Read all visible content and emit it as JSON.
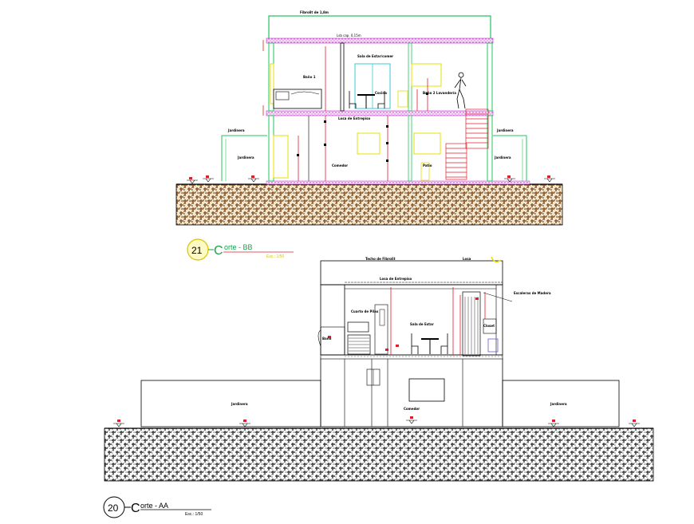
{
  "colors": {
    "wall": "#000000",
    "section_green": "#22c55e",
    "slab_magenta": "#c026d3",
    "dimension_red": "#e11d2a",
    "furniture_yellow": "#e5e000",
    "furniture_cyan": "#38c9d6",
    "ground_brown": "#8b5a2b",
    "ground_hatch_grey": "#4a4a4a",
    "title_green": "#16a34a",
    "title_yellow": "#d6c400"
  },
  "section_bb": {
    "number": "21",
    "title_initial": "C",
    "title_rest": "orte - BB",
    "scale": "Esc.: 1/50",
    "roof_note": "Fibrolit de 1,8m",
    "ceiling_note": "Lsb cap. 0,15m",
    "room_labels": [
      "Sala de Estar/comer",
      "Baño 1",
      "Baño 2 Lavandería",
      "Losa de Entrepiso",
      "Jardinera",
      "Jardinera",
      "Comedor",
      "Patio",
      "Cocina",
      "Jardinera",
      "Jardinera"
    ]
  },
  "section_aa": {
    "number": "20",
    "title_initial": "C",
    "title_rest": "orte - AA",
    "scale": "Esc.: 1/50",
    "room_labels": [
      "Techo de Fibrolit",
      "Losa",
      "Losa de Entrepiso",
      "Cuarto de Pilas",
      "Sala de Estar",
      "Baño",
      "Escaleras de Madera",
      "Closet",
      "Jardinera",
      "Comedor",
      "Jardinera"
    ]
  }
}
